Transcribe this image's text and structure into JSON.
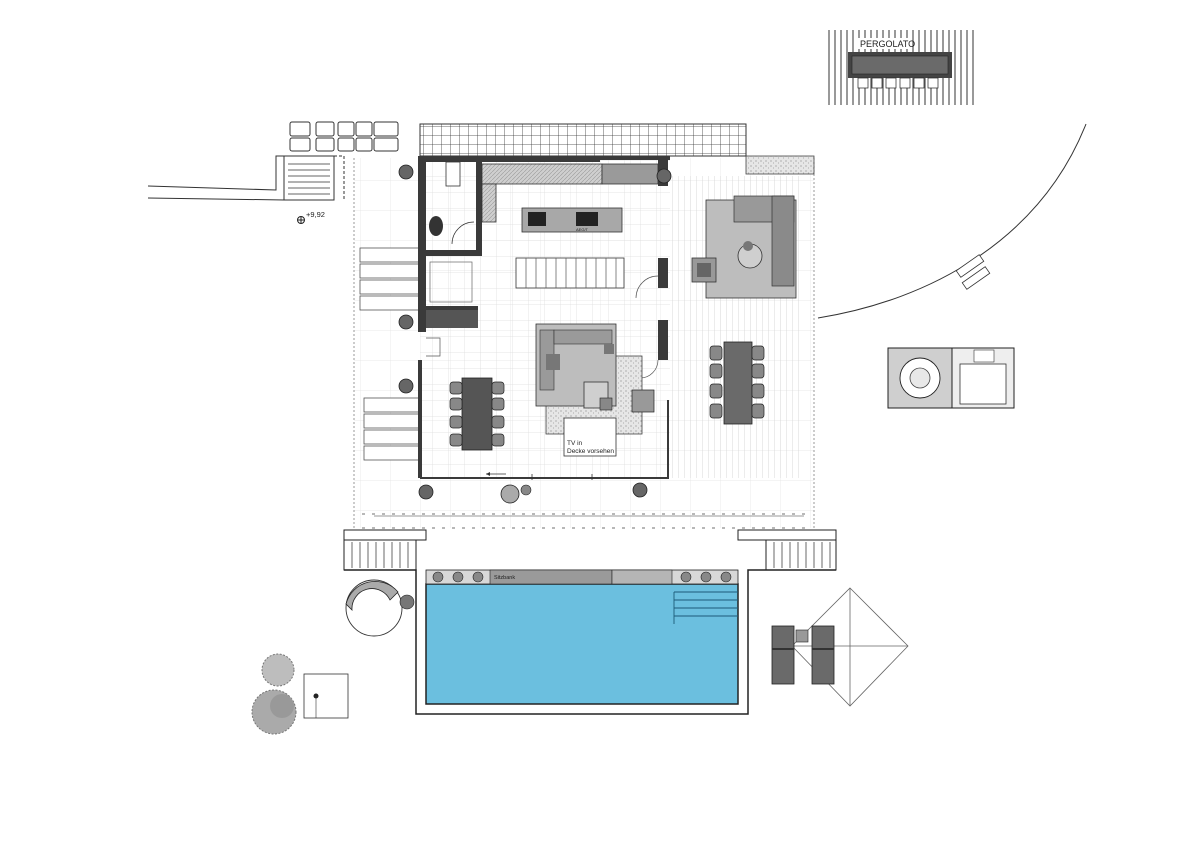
{
  "labels": {
    "pergolato": "PERGOLATO",
    "elevation": "+9,92",
    "tv_line1": "TV in",
    "tv_line2": "Decke vorsehen",
    "sitzbank": "Sitzbank",
    "appliance": "AEG/T"
  },
  "colors": {
    "pool_water": "#6bbfdf",
    "wall": "#3a3a3a",
    "grid": "#d6d6d6",
    "furniture_dark": "#555555",
    "rug": "#bdbdbd"
  }
}
